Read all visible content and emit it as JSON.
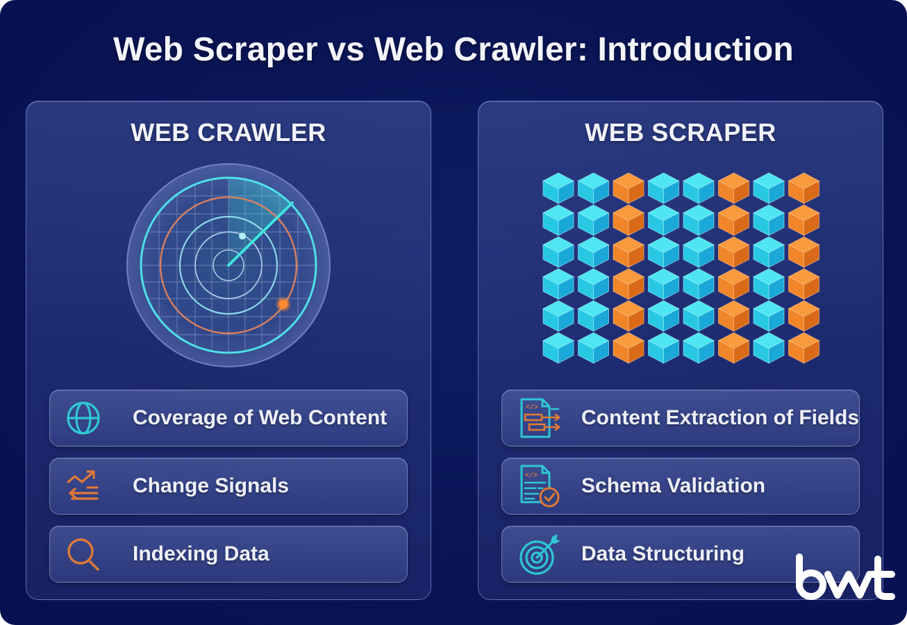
{
  "title": "Web Scraper vs Web Crawler: Introduction",
  "colors": {
    "background": "#0a1658",
    "panel": "#2e3d86",
    "cyan": "#2ad4e6",
    "orange": "#f0862a",
    "text": "#f2f4fb"
  },
  "panels": [
    {
      "title": "WEB CRAWLER",
      "illustration": "radar-icon",
      "features": [
        {
          "icon": "globe-icon",
          "label": "Coverage of Web Content"
        },
        {
          "icon": "trend-arrows-icon",
          "label": "Change Signals"
        },
        {
          "icon": "search-icon",
          "label": "Indexing Data"
        }
      ]
    },
    {
      "title": "WEB SCRAPER",
      "illustration": "cube-grid",
      "cube_grid": {
        "rows": 6,
        "columns": 8,
        "column_colors": [
          "cyan",
          "cyan",
          "orange",
          "cyan",
          "cyan",
          "orange",
          "cyan",
          "orange"
        ]
      },
      "features": [
        {
          "icon": "code-extract-icon",
          "label": "Content Extraction of Fields"
        },
        {
          "icon": "schema-check-icon",
          "label": "Schema Validation"
        },
        {
          "icon": "target-icon",
          "label": "Data Structuring"
        }
      ]
    }
  ],
  "logo": {
    "text": "bwt"
  }
}
